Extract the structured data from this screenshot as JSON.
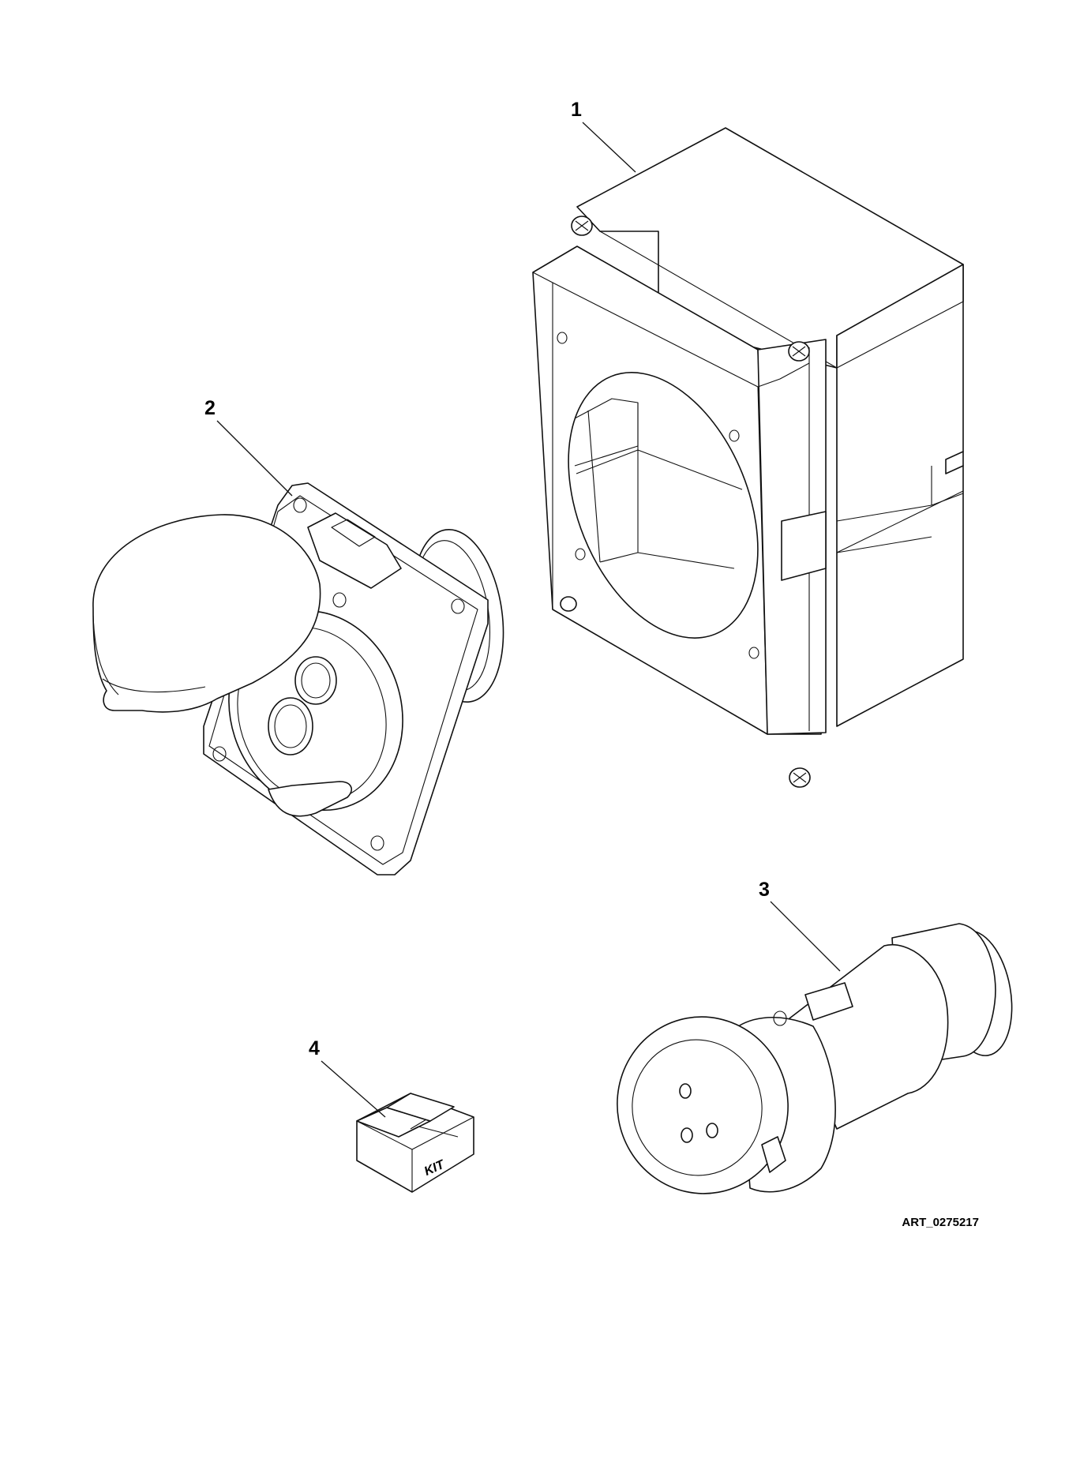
{
  "figure": {
    "art_id": "ART_0275217",
    "callouts": [
      {
        "number": "1",
        "part": "enclosure-box"
      },
      {
        "number": "2",
        "part": "panel-socket"
      },
      {
        "number": "3",
        "part": "plug"
      },
      {
        "number": "4",
        "part": "kit-box"
      }
    ],
    "kit_label": "KIT"
  }
}
